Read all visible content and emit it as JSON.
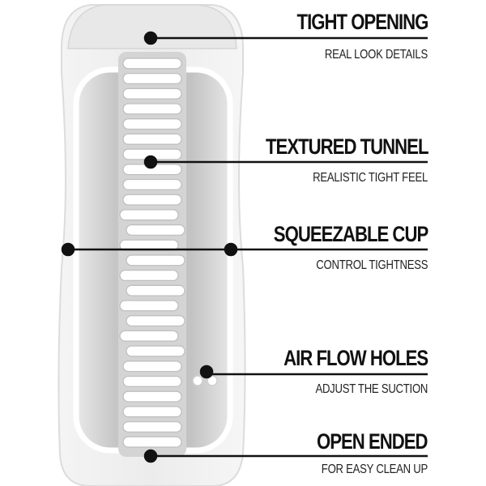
{
  "features": [
    {
      "title": "TIGHT OPENING",
      "subtitle": "REAL LOOK DETAILS"
    },
    {
      "title": "TEXTURED TUNNEL",
      "subtitle": "REALISTIC TIGHT FEEL"
    },
    {
      "title": "SQUEEZABLE CUP",
      "subtitle": "CONTROL TIGHTNESS"
    },
    {
      "title": "AIR FLOW HOLES",
      "subtitle": "ADJUST THE SUCTION"
    },
    {
      "title": "OPEN ENDED",
      "subtitle": "FOR EASY CLEAN UP"
    }
  ],
  "colors": {
    "ink": "#111111",
    "shell": "#e6e6e6",
    "inner": "#c9c9c9",
    "ribs": "#ffffff"
  }
}
